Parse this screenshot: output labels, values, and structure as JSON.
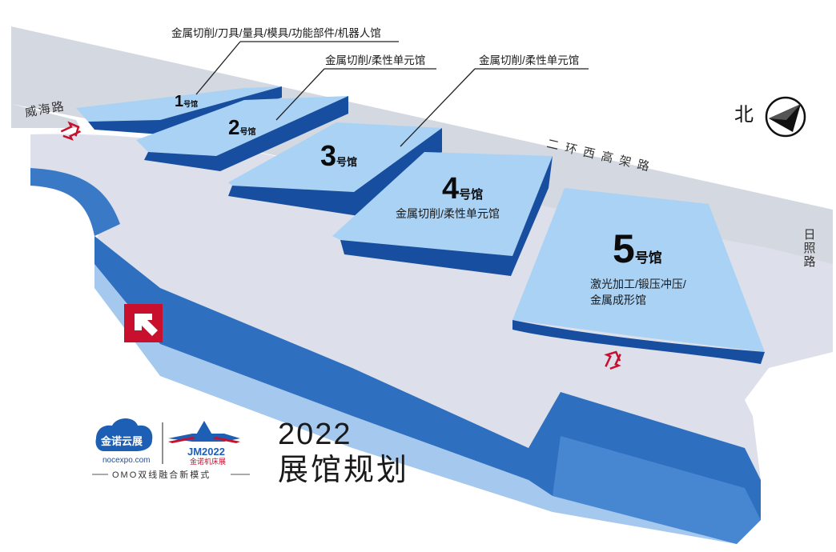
{
  "roads": {
    "weihai": "威海路",
    "second_ring": "二 环 西 高 架 路",
    "rizhao": "日照路"
  },
  "compass": {
    "label": "北",
    "icon": "north-arrow-icon"
  },
  "halls": [
    {
      "num": "1",
      "suffix": "号馆"
    },
    {
      "num": "2",
      "suffix": "号馆"
    },
    {
      "num": "3",
      "suffix": "号馆"
    },
    {
      "num": "4",
      "suffix": "号馆",
      "category": "金属切削/柔性单元馆"
    },
    {
      "num": "5",
      "suffix": "号馆",
      "category_line1": "激光加工/锻压冲压/",
      "category_line2": "金属成形馆"
    }
  ],
  "callouts": {
    "hall1": "金属切削/刀具/量具/模具/功能部件/机器人馆",
    "hall2": "金属切削/柔性单元馆",
    "hall3": "金属切削/柔性单元馆"
  },
  "branding": {
    "logo_left_text": "金诺云展",
    "logo_left_url": "nocexpo.com",
    "logo_right_text": "JM2022",
    "logo_right_sub": "金诺机床展",
    "tagline": "OMO双线融合新模式",
    "year": "2022",
    "plan": "展馆规划"
  },
  "colors": {
    "ground": "#dde0ea",
    "road": "#d4d8e0",
    "hall_top": "#a9d2f5",
    "hall_side": "#174e9f",
    "accent_red": "#c8102e",
    "base_side": "#3a79c6"
  }
}
